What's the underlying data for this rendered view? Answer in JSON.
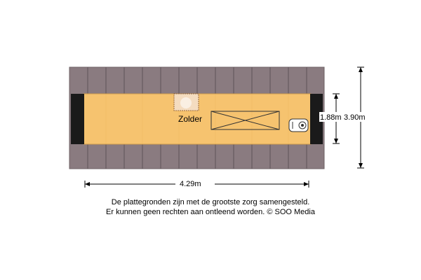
{
  "floorplan": {
    "room_label": "Zolder",
    "dimensions": {
      "width": "4.29m",
      "inner_depth": "1.88m",
      "outer_depth": "3.90m"
    }
  },
  "disclaimer": {
    "line1": "De plattegronden zijn met de grootste zorg samengesteld.",
    "line2": "Er kunnen geen rechten aan ontleend worden. © SOO Media"
  },
  "colors": {
    "roof": "#8a7b80",
    "roof_lines": "#5f5357",
    "floor": "#f6c36f",
    "wall": "#1a1a1a",
    "dimension_line": "#000000"
  }
}
